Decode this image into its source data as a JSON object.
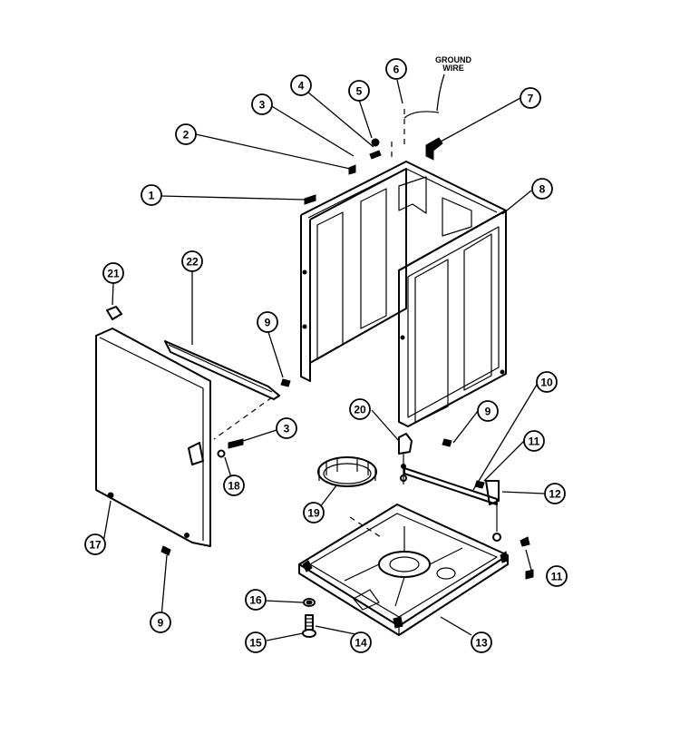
{
  "diagram": {
    "ground_wire_label_line1": "GROUND",
    "ground_wire_label_line2": "WIRE",
    "callouts": [
      {
        "id": "c1",
        "label": "1"
      },
      {
        "id": "c2",
        "label": "2"
      },
      {
        "id": "c3a",
        "label": "3"
      },
      {
        "id": "c4",
        "label": "4"
      },
      {
        "id": "c5",
        "label": "5"
      },
      {
        "id": "c6",
        "label": "6"
      },
      {
        "id": "c7",
        "label": "7"
      },
      {
        "id": "c8",
        "label": "8"
      },
      {
        "id": "c9a",
        "label": "9"
      },
      {
        "id": "c9b",
        "label": "9"
      },
      {
        "id": "c9c",
        "label": "9"
      },
      {
        "id": "c3b",
        "label": "3"
      },
      {
        "id": "c10",
        "label": "10"
      },
      {
        "id": "c11a",
        "label": "11"
      },
      {
        "id": "c11b",
        "label": "11"
      },
      {
        "id": "c12",
        "label": "12"
      },
      {
        "id": "c13",
        "label": "13"
      },
      {
        "id": "c14",
        "label": "14"
      },
      {
        "id": "c15",
        "label": "15"
      },
      {
        "id": "c16",
        "label": "16"
      },
      {
        "id": "c17",
        "label": "17"
      },
      {
        "id": "c18",
        "label": "18"
      },
      {
        "id": "c19",
        "label": "19"
      },
      {
        "id": "c20",
        "label": "20"
      },
      {
        "id": "c21",
        "label": "21"
      },
      {
        "id": "c22",
        "label": "22"
      }
    ]
  }
}
